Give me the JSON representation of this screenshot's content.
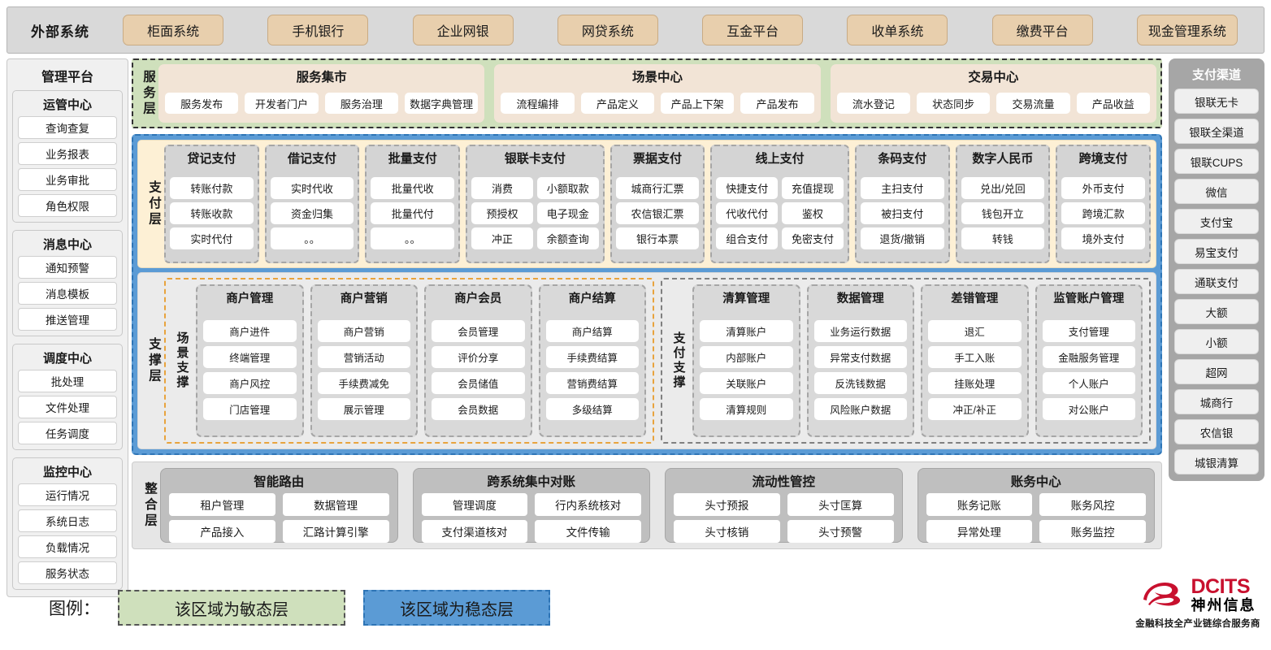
{
  "external_bar": {
    "title": "外部系统",
    "systems": [
      "柜面系统",
      "手机银行",
      "企业网银",
      "网贷系统",
      "互金平台",
      "收单系统",
      "缴费平台",
      "现金管理系统"
    ]
  },
  "management_platform": {
    "title": "管理平台",
    "groups": [
      {
        "title": "运管中心",
        "items": [
          "查询查复",
          "业务报表",
          "业务审批",
          "角色权限"
        ]
      },
      {
        "title": "消息中心",
        "items": [
          "通知预警",
          "消息模板",
          "推送管理"
        ]
      },
      {
        "title": "调度中心",
        "items": [
          "批处理",
          "文件处理",
          "任务调度"
        ]
      },
      {
        "title": "监控中心",
        "items": [
          "运行情况",
          "系统日志",
          "负载情况",
          "服务状态"
        ]
      }
    ]
  },
  "payment_channels": {
    "title": "支付渠道",
    "items": [
      "银联无卡",
      "银联全渠道",
      "银联CUPS",
      "微信",
      "支付宝",
      "易宝支付",
      "通联支付",
      "大额",
      "小额",
      "超网",
      "城商行",
      "农信银",
      "城银清算"
    ]
  },
  "service_layer": {
    "label": "服务层",
    "groups": [
      {
        "title": "服务集市",
        "items": [
          "服务发布",
          "开发者门户",
          "服务治理",
          "数据字典管理"
        ]
      },
      {
        "title": "场景中心",
        "items": [
          "流程编排",
          "产品定义",
          "产品上下架",
          "产品发布"
        ]
      },
      {
        "title": "交易中心",
        "items": [
          "流水登记",
          "状态同步",
          "交易流量",
          "产品收益"
        ]
      }
    ]
  },
  "payment_layer": {
    "label": "支付层",
    "groups": [
      {
        "title": "贷记支付",
        "cols": 1,
        "items": [
          [
            "转账付款"
          ],
          [
            "转账收款"
          ],
          [
            "实时代付"
          ]
        ]
      },
      {
        "title": "借记支付",
        "cols": 1,
        "items": [
          [
            "实时代收"
          ],
          [
            "资金归集"
          ],
          [
            "。。"
          ]
        ]
      },
      {
        "title": "批量支付",
        "cols": 1,
        "items": [
          [
            "批量代收"
          ],
          [
            "批量代付"
          ],
          [
            "。。"
          ]
        ]
      },
      {
        "title": "银联卡支付",
        "cols": 2,
        "items": [
          [
            "消费",
            "小额取款"
          ],
          [
            "预授权",
            "电子现金"
          ],
          [
            "冲正",
            "余额查询"
          ]
        ]
      },
      {
        "title": "票据支付",
        "cols": 1,
        "items": [
          [
            "城商行汇票"
          ],
          [
            "农信银汇票"
          ],
          [
            "银行本票"
          ]
        ]
      },
      {
        "title": "线上支付",
        "cols": 2,
        "items": [
          [
            "快捷支付",
            "充值提现"
          ],
          [
            "代收代付",
            "鉴权"
          ],
          [
            "组合支付",
            "免密支付"
          ]
        ]
      },
      {
        "title": "条码支付",
        "cols": 1,
        "items": [
          [
            "主扫支付"
          ],
          [
            "被扫支付"
          ],
          [
            "退货/撤销"
          ]
        ]
      },
      {
        "title": "数字人民币",
        "cols": 1,
        "items": [
          [
            "兑出/兑回"
          ],
          [
            "钱包开立"
          ],
          [
            "转钱"
          ]
        ]
      },
      {
        "title": "跨境支付",
        "cols": 1,
        "items": [
          [
            "外币支付"
          ],
          [
            "跨境汇款"
          ],
          [
            "境外支付"
          ]
        ]
      }
    ]
  },
  "support_layer": {
    "label": "支撑层",
    "scene": {
      "sublabel": "场景支撑",
      "groups": [
        {
          "title": "商户管理",
          "items": [
            "商户进件",
            "终端管理",
            "商户风控",
            "门店管理"
          ]
        },
        {
          "title": "商户营销",
          "items": [
            "商户营销",
            "营销活动",
            "手续费减免",
            "展示管理"
          ]
        },
        {
          "title": "商户会员",
          "items": [
            "会员管理",
            "评价分享",
            "会员储值",
            "会员数据"
          ]
        },
        {
          "title": "商户结算",
          "items": [
            "商户结算",
            "手续费结算",
            "营销费结算",
            "多级结算"
          ]
        }
      ]
    },
    "paysupport": {
      "sublabel": "支付支撑",
      "groups": [
        {
          "title": "清算管理",
          "items": [
            "清算账户",
            "内部账户",
            "关联账户",
            "清算规则"
          ]
        },
        {
          "title": "数据管理",
          "items": [
            "业务运行数据",
            "异常支付数据",
            "反洗钱数据",
            "风险账户数据"
          ]
        },
        {
          "title": "差错管理",
          "items": [
            "退汇",
            "手工入账",
            "挂账处理",
            "冲正/补正"
          ]
        },
        {
          "title": "监管账户管理",
          "items": [
            "支付管理",
            "金融服务管理",
            "个人账户",
            "对公账户"
          ]
        }
      ]
    }
  },
  "integration_layer": {
    "label": "整合层",
    "groups": [
      {
        "title": "智能路由",
        "rows": [
          [
            "租户管理",
            "数据管理"
          ],
          [
            "产品接入",
            "汇路计算引擎"
          ]
        ]
      },
      {
        "title": "跨系统集中对账",
        "rows": [
          [
            "管理调度",
            "行内系统核对"
          ],
          [
            "支付渠道核对",
            "文件传输"
          ]
        ]
      },
      {
        "title": "流动性管控",
        "rows": [
          [
            "头寸预报",
            "头寸匡算"
          ],
          [
            "头寸核销",
            "头寸预警"
          ]
        ]
      },
      {
        "title": "账务中心",
        "rows": [
          [
            "账务记账",
            "账务风控"
          ],
          [
            "异常处理",
            "账务监控"
          ]
        ]
      }
    ]
  },
  "legend": {
    "label": "图例：",
    "agile": "该区域为敏态层",
    "stable": "该区域为稳态层"
  },
  "logo": {
    "en": "DCITS",
    "cn": "神州信息",
    "tagline": "金融科技全产业链综合服务商"
  },
  "colors": {
    "agile_green": "#cfe0bc",
    "stable_blue": "#5b9bd5",
    "payment_cream": "#fdf0d5",
    "external_tan": "#e8cfad",
    "brand_red": "#c8102e"
  }
}
